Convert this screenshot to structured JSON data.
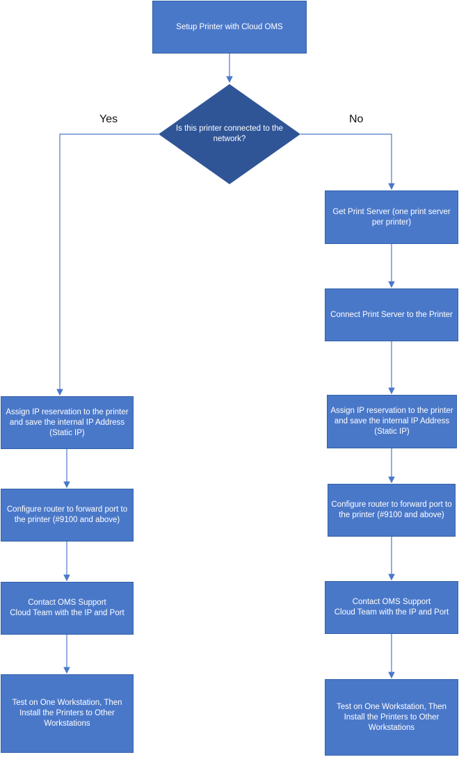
{
  "flowchart": {
    "start": "Setup Printer with Cloud OMS",
    "decision": "Is this printer connected to the\nnetwork?",
    "yes_label": "Yes",
    "no_label": "No",
    "yes_branch": [
      "Assign IP reservation to the printer\nand save the internal IP Address\n(Static IP)",
      "Configure router to forward port to\nthe printer (#9100 and above)",
      "Contact OMS Support\nCloud Team with the IP and Port",
      "Test on One Workstation, Then\nInstall the Printers to Other\nWorkstations"
    ],
    "no_branch": [
      "Get Print Server (one print server\nper printer)",
      "Connect Print Server to the Printer",
      "Assign IP reservation to the printer\nand save the internal IP Address\n(Static IP)",
      "Configure router to forward port to\nthe printer (#9100 and above)",
      "Contact OMS Support\nCloud Team with the IP and Port",
      "Test on One Workstation, Then\nInstall the Printers to Other\nWorkstations"
    ],
    "colors": {
      "box_fill": "#4a78c9",
      "diamond_fill": "#2f5597",
      "connector": "#4a78c9",
      "text": "#ffffff"
    }
  }
}
